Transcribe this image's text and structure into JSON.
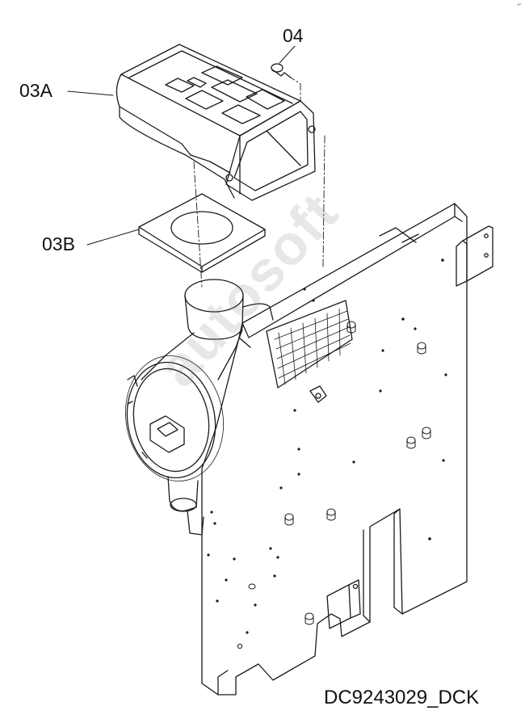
{
  "callouts": {
    "part_04": "04",
    "part_03a": "03A",
    "part_03b": "03B"
  },
  "document_id": "DC9243029_DCK",
  "watermark": "autosoft",
  "corner_mark": "⌐"
}
